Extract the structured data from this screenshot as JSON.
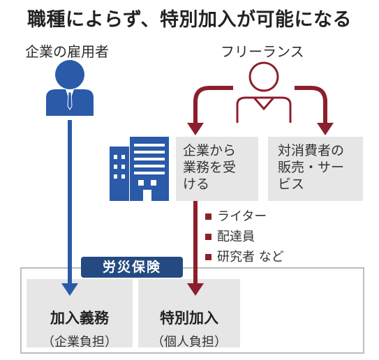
{
  "title": "職種によらず、特別加入が可能になる",
  "employee_label": "企業の雇用者",
  "freelance_label": "フリーランス",
  "box_corporate": {
    "line1": "企業から",
    "line2": "業務を受",
    "line3": "ける"
  },
  "box_consumer": {
    "line1": "対消費者の",
    "line2": "販売・サー",
    "line3": "ビス"
  },
  "examples": [
    "ライター",
    "配達員",
    "研究者 など"
  ],
  "insurance_label": "労災保険",
  "bottom_left": {
    "title": "加入義務",
    "sub": "（企業負担）"
  },
  "bottom_right": {
    "title": "特別加入",
    "sub": "（個人負担）"
  },
  "colors": {
    "blue": "#2a5aa8",
    "red": "#8c1f2c",
    "navy": "#254a82",
    "gray": "#e6e6e6"
  }
}
